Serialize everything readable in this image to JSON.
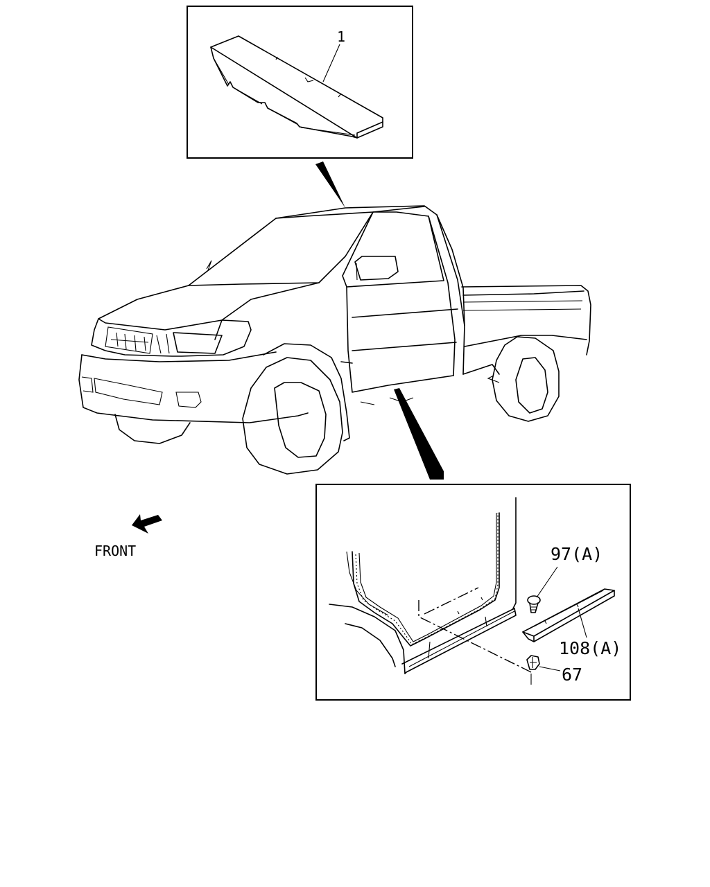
{
  "callouts": {
    "part_1": "1",
    "part_97a": "97(A)",
    "part_108a": "108(A)",
    "part_67": "67"
  },
  "direction": {
    "front_label": "FRONT",
    "arrow_icon": "arrow-down-left-icon"
  }
}
